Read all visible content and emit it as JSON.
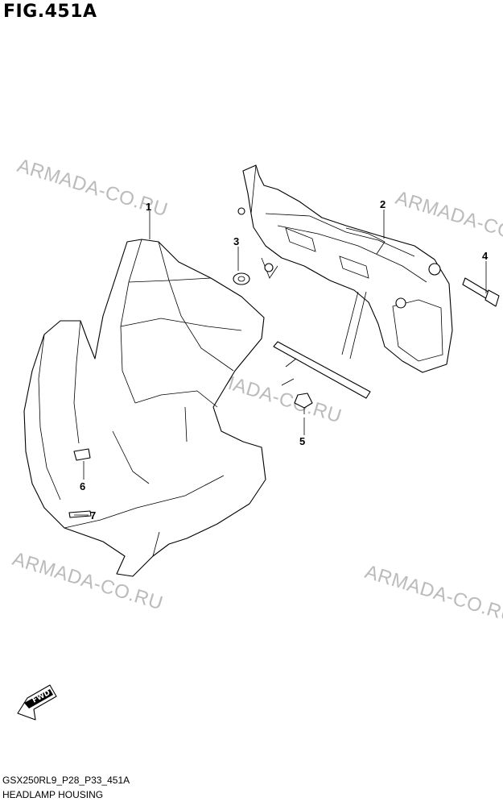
{
  "figure": {
    "title": "FIG.451A",
    "code": "GSX250RL9_P28_P33_451A",
    "caption": "HEADLAMP HOUSING"
  },
  "watermark": "ARMADA-CO.RU",
  "callouts": [
    "1",
    "2",
    "3",
    "4",
    "5",
    "6",
    "7"
  ],
  "fwd_label": "FWD"
}
